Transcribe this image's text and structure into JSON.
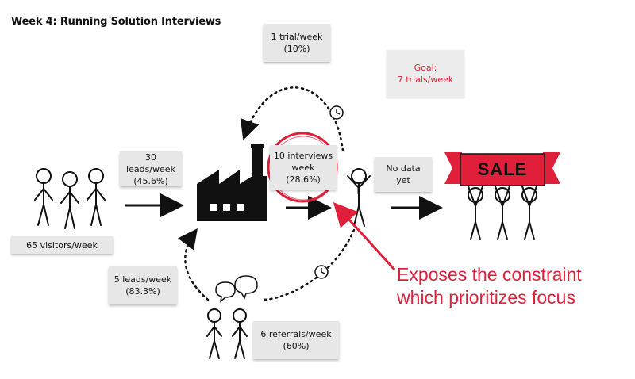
{
  "title": "Week 4: Running Solution Interviews",
  "visitors": {
    "label": "65 visitors/week"
  },
  "leads_visitors": {
    "line1": "30 leads/week",
    "line2": "(45.6%)"
  },
  "leads_referral": {
    "line1": "5 leads/week",
    "line2": "(83.3%)"
  },
  "referrals": {
    "line1": "6 referrals/week",
    "line2": "(60%)"
  },
  "trial": {
    "line1": "1 trial/week",
    "line2": "(10%)"
  },
  "goal": {
    "line1": "Goal:",
    "line2": "7 trials/week"
  },
  "interviews": {
    "line1": "10 interviews",
    "line2": "week",
    "line3": "(28.6%)"
  },
  "no_data": {
    "line1": "No data",
    "line2": "yet"
  },
  "sale": {
    "label": "SALE"
  },
  "callout": {
    "line1": "Exposes the constraint",
    "line2": "which prioritizes focus"
  },
  "colors": {
    "accent": "#e0203b",
    "box": "#e7e7e7",
    "ink": "#111111"
  },
  "icons": [
    "factory-icon",
    "stick-figures-icon",
    "clock-icon",
    "speech-bubbles-icon",
    "sale-banner-icon"
  ]
}
